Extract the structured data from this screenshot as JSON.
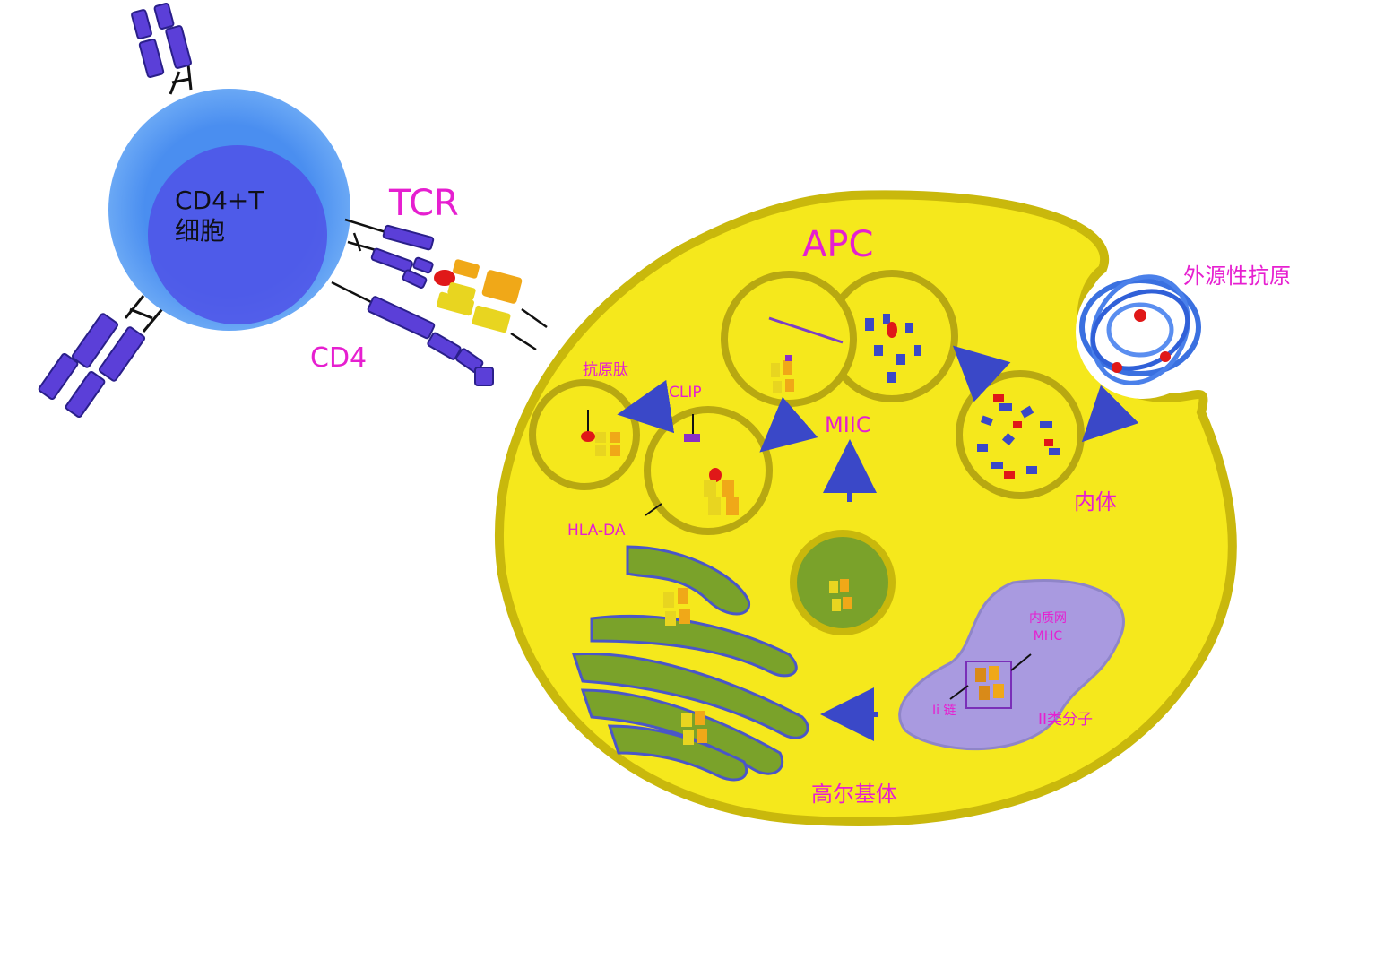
{
  "labels": {
    "t_cell_line1": "CD4+T",
    "t_cell_line2": "细胞",
    "tcr": "TCR",
    "cd4": "CD4",
    "apc": "APC",
    "exogenous_antigen": "外源性抗原",
    "antigen_peptide": "抗原肽",
    "clip": "CLIP",
    "hla_da": "HLA-DA",
    "miic": "MIIC",
    "endosome": "内体",
    "er_line1": "内质网",
    "er_line2": "MHC",
    "ii_chain": "Ii 链",
    "class_ii": "II类分子",
    "golgi": "高尔基体"
  },
  "colors": {
    "apc_fill": "#f5e81c",
    "apc_border": "#c9b80c",
    "vesicle_border": "#b8a811",
    "t_cell_outer": "#4a8ef0",
    "t_cell_inner": "#4f52e8",
    "receptor": "#5b3fd8",
    "mhc_yellow": "#e8d520",
    "mhc_orange": "#f0a818",
    "peptide_red": "#e01818",
    "golgi_green": "#7aa22a",
    "er_purple": "#a99ae0",
    "label_magenta": "#e61fd0",
    "arrow_blue": "#3a48c8"
  }
}
